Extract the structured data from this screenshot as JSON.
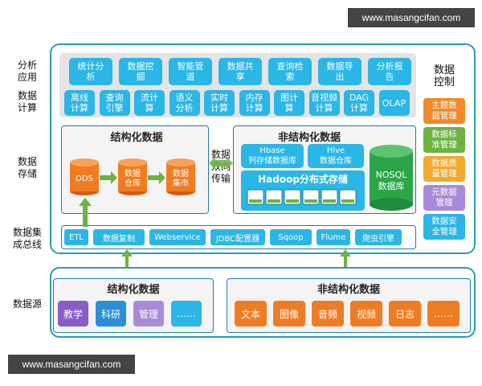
{
  "watermark": "www.masangcifan.com",
  "layers": {
    "app": "分析\n应用",
    "compute": "数据\n计算",
    "storage": "数据\n存储",
    "integration": "数据集\n成总线",
    "source": "数据源"
  },
  "app_items": [
    "统计分\n析",
    "数据挖\n掘",
    "智能管\n道",
    "数据共\n享",
    "查询检\n索",
    "数据导\n出",
    "分析报\n告"
  ],
  "compute_items": [
    "离线\n计算",
    "查询\n引擎",
    "流计\n算",
    "语义\n分析",
    "实时\n计算",
    "内存\n计算",
    "图计\n算",
    "音视频\n计算",
    "DAG\n计算",
    "OLAP"
  ],
  "control": {
    "title": "数据\n控制",
    "items": [
      {
        "label": "主题数\n据管理",
        "color": "#f08a2a"
      },
      {
        "label": "数据标\n准管理",
        "color": "#6cb33f"
      },
      {
        "label": "数据质\n量管理",
        "color": "#f2a92e"
      },
      {
        "label": "元数据\n管理",
        "color": "#a98ad8"
      },
      {
        "label": "数据安\n全管理",
        "color": "#2ab6e6"
      }
    ]
  },
  "structured": {
    "title": "结构化数据",
    "nodes": [
      "ODS",
      "数据\n仓库",
      "数据\n集市"
    ]
  },
  "transfer": "数据\n双向\n传输",
  "unstructured": {
    "title": "非结构化数据",
    "hbase": "Hbase\n列存储数据库",
    "hive": "Hive\n数据仓库",
    "hadoop": "Hadoop分布式存储",
    "nosql": "NOSQL\n数据库"
  },
  "integration_tools": [
    "ETL",
    "数据复制",
    "Webservice",
    "JDBC配置器",
    "Sqoop",
    "Flume",
    "爬虫引擎"
  ],
  "sources": {
    "structured_title": "结构化数据",
    "structured_items": [
      {
        "label": "教学",
        "color": "#8a5cc8"
      },
      {
        "label": "科研",
        "color": "#2a8fd6"
      },
      {
        "label": "管理",
        "color": "#a98ad8"
      },
      {
        "label": "……",
        "color": "#2ab6e6"
      }
    ],
    "unstructured_title": "非结构化数据",
    "unstructured_items": [
      {
        "label": "文本",
        "color": "#f07c22"
      },
      {
        "label": "图像",
        "color": "#f07c22"
      },
      {
        "label": "音频",
        "color": "#f07c22"
      },
      {
        "label": "视频",
        "color": "#f07c22"
      },
      {
        "label": "日志",
        "color": "#f07c22"
      },
      {
        "label": "……",
        "color": "#f07c22"
      }
    ]
  }
}
